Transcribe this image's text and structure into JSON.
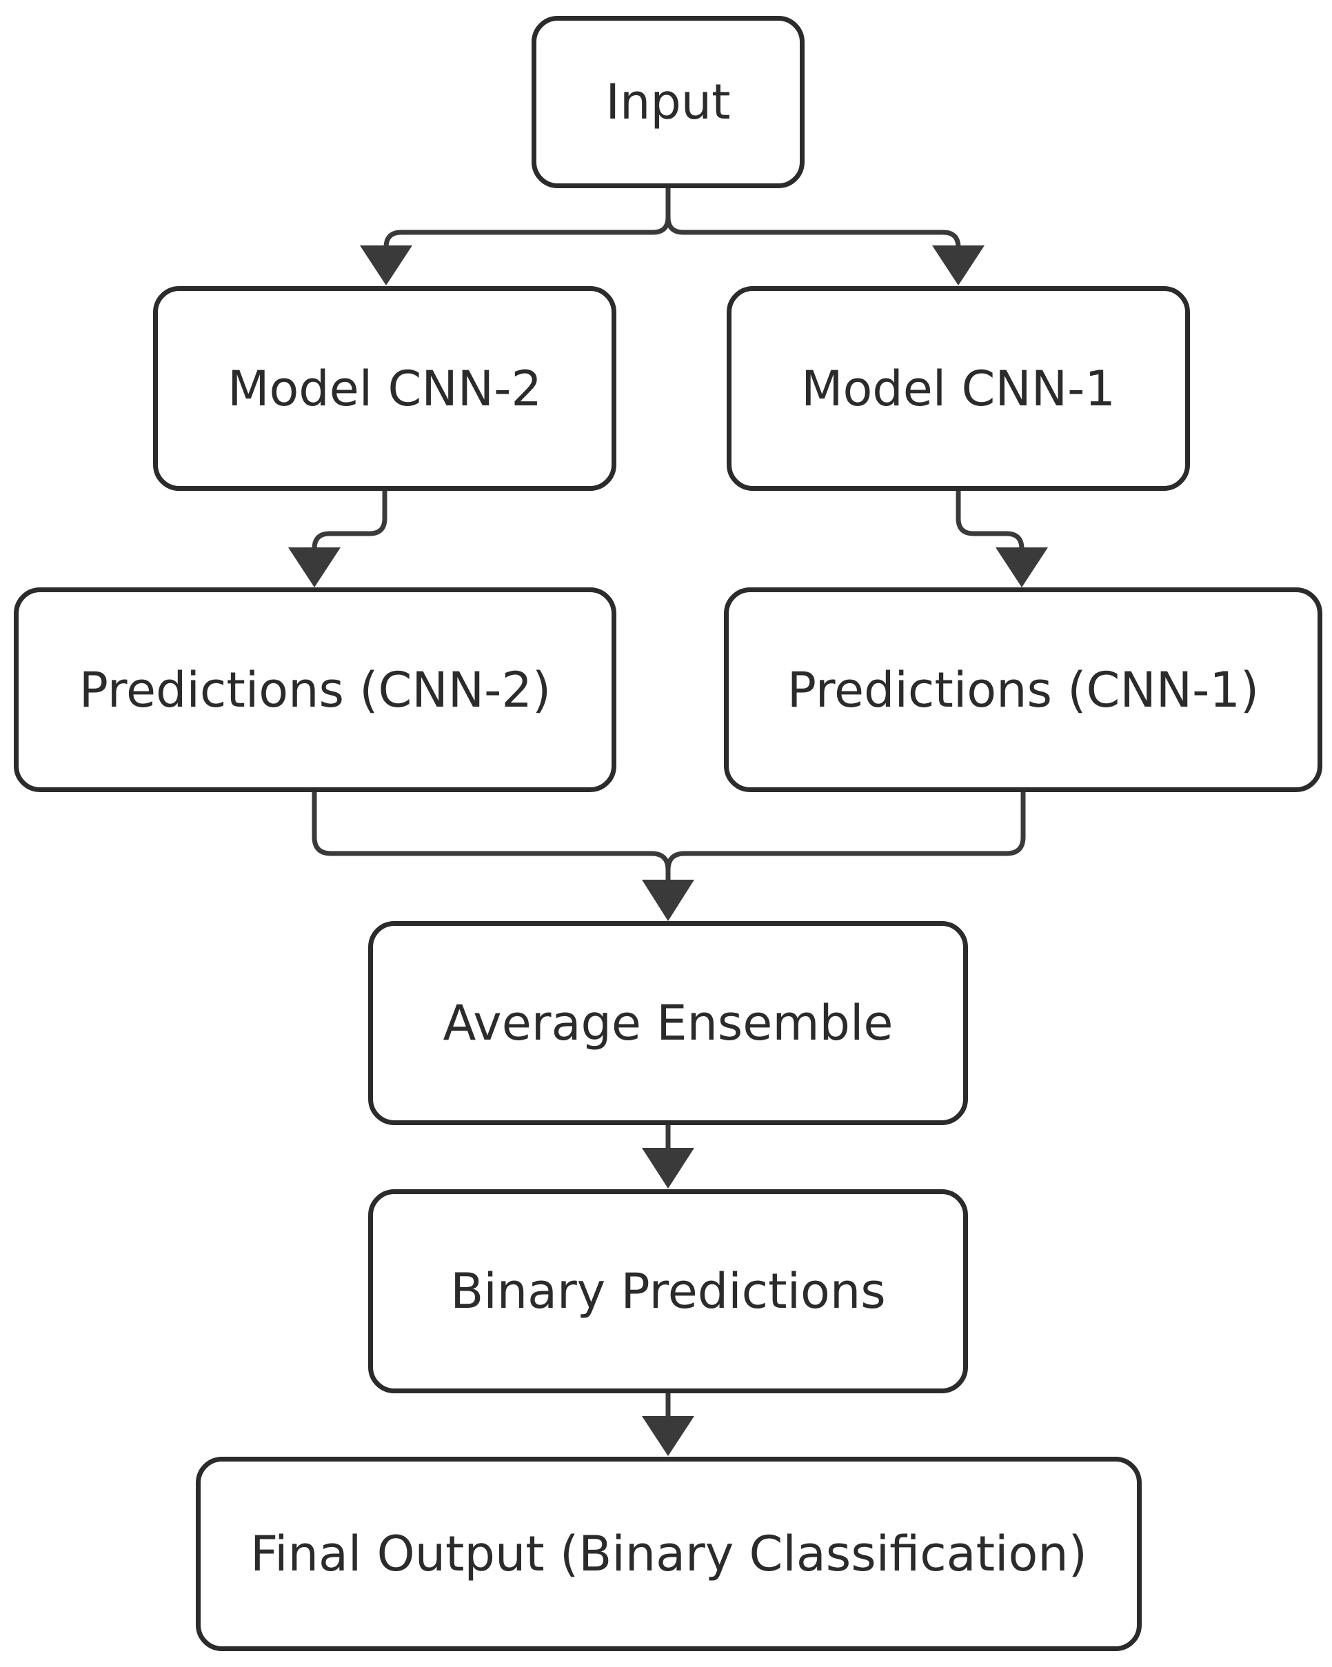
{
  "nodes": {
    "input": "Input",
    "model_cnn2": "Model CNN-2",
    "model_cnn1": "Model CNN-1",
    "predictions_cnn2": "Predictions (CNN-2)",
    "predictions_cnn1": "Predictions (CNN-1)",
    "average_ensemble": "Average Ensemble",
    "binary_predictions": "Binary Predictions",
    "final_output": "Final Output (Binary Classification)"
  },
  "edges": [
    {
      "from": "input",
      "to": "model_cnn2"
    },
    {
      "from": "input",
      "to": "model_cnn1"
    },
    {
      "from": "model_cnn2",
      "to": "predictions_cnn2"
    },
    {
      "from": "model_cnn1",
      "to": "predictions_cnn1"
    },
    {
      "from": "predictions_cnn2",
      "to": "average_ensemble"
    },
    {
      "from": "predictions_cnn1",
      "to": "average_ensemble"
    },
    {
      "from": "average_ensemble",
      "to": "binary_predictions"
    },
    {
      "from": "binary_predictions",
      "to": "final_output"
    }
  ],
  "colors": {
    "stroke": "#2b2b2b",
    "background": "#ffffff"
  }
}
